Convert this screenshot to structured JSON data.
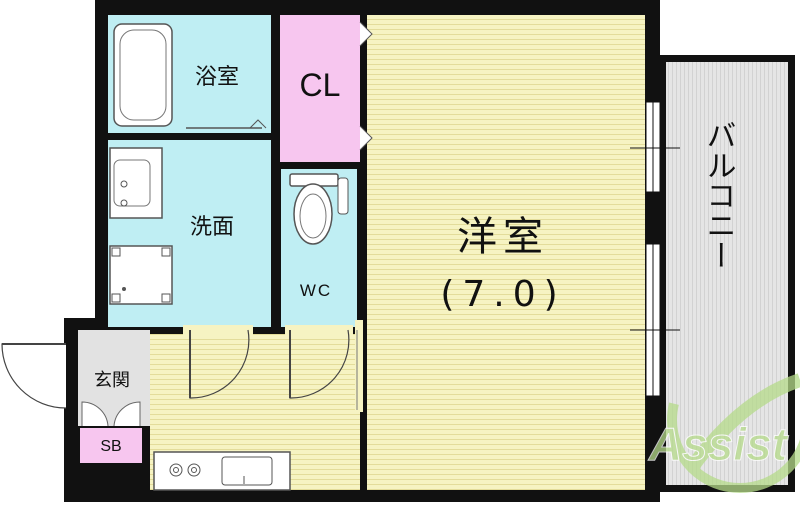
{
  "rooms": {
    "bath": "浴室",
    "closet": "CL",
    "washroom": "洗面",
    "toilet": "WC",
    "western_room": "洋室",
    "western_room_size": "(7.0)",
    "balcony": "バルコニー",
    "entrance": "玄関",
    "shoe_box": "SB"
  },
  "watermark": "Assist",
  "colors": {
    "wall": "#111111",
    "water_area": "#bfeef3",
    "closet": "#f7c6ef",
    "flooring": "#f6f3c2",
    "flooring_lines": "#e3dc9a",
    "balcony": "#e5e5e5",
    "entrance": "#e2e2e2",
    "watermark": "#b5db8a"
  }
}
